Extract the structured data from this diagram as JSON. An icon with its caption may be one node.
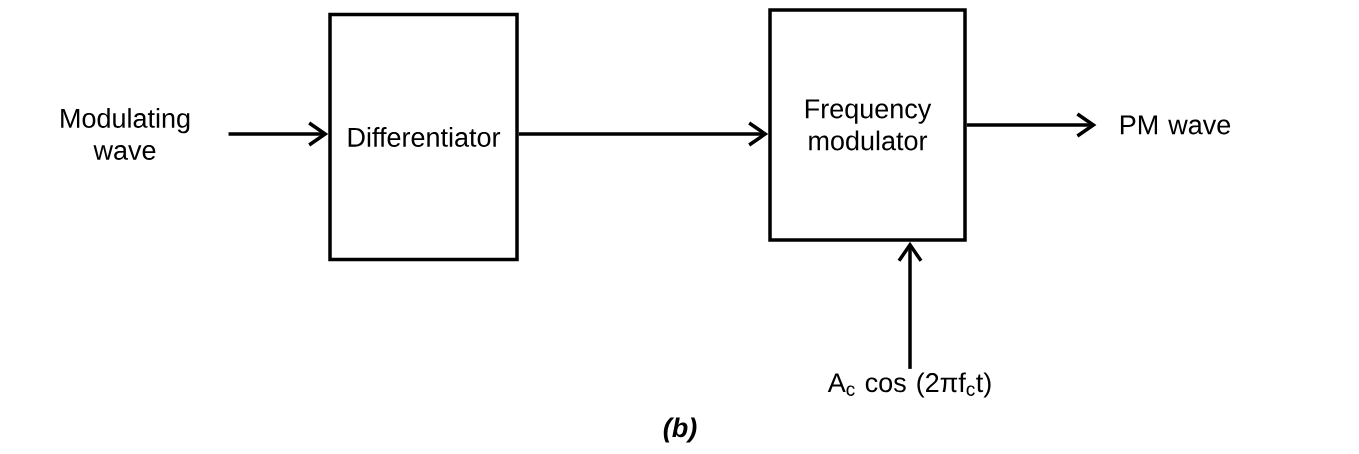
{
  "diagram": {
    "caption": "(b)",
    "nodes": [
      {
        "text": [
          "Modulating wave"
        ]
      },
      {
        "text": [
          "Differentiator"
        ]
      },
      {
        "text": [
          "Frequency modulator"
        ]
      },
      {
        "text": [
          "PM wave"
        ]
      },
      {
        "text": [
          "A$_{c}$ cos (2πf$_{c}$t)"
        ]
      }
    ],
    "edges": [
      {
        "from": 0,
        "to": 1,
        "arrow": "to"
      },
      {
        "from": 1,
        "to": 2,
        "arrow": "to"
      },
      {
        "from": 2,
        "to": 3,
        "arrow": "to"
      },
      {
        "from": 4,
        "to": 2,
        "arrow": "to"
      }
    ]
  }
}
